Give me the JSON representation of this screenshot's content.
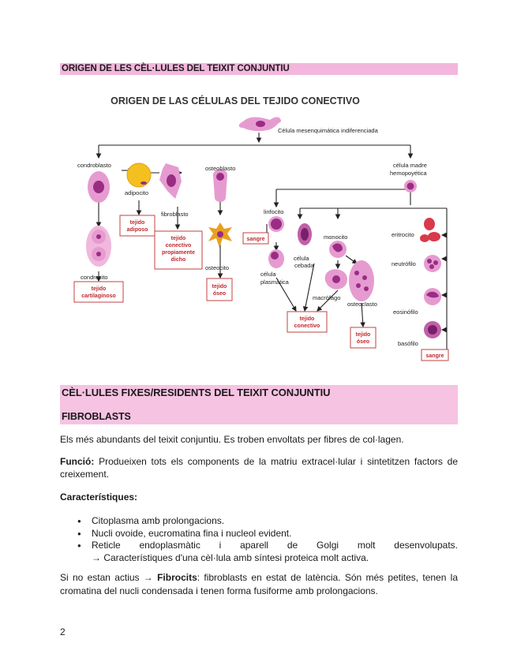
{
  "section1": {
    "title": "ORIGEN DE LES CÈL·LULES DEL TEIXIT CONJUNTIU"
  },
  "figure": {
    "title": "ORIGEN DE LAS CÉLULAS DEL TEJIDO CONECTIVO",
    "root": "Célula mesenquimática indiferenciada",
    "labels": {
      "condroblasto": "condroblasto",
      "adipocito": "adipocito",
      "fibroblasto": "fibroblasto",
      "osteoblasto": "osteoblasto",
      "celula_madre_1": "célula madre",
      "celula_madre_2": "hemopoyética",
      "linfocito": "linfocito",
      "condrocito": "condrocito",
      "osteocito": "osteocito",
      "celula_cebada_1": "célula",
      "celula_cebada_2": "cebada",
      "monocito": "monocito",
      "eritrocito": "eritrocito",
      "neutrofilo": "neutrófilo",
      "celula_plasmatica_1": "célula",
      "celula_plasmatica_2": "plasmática",
      "macrofago": "macrófago",
      "osteoclasto": "osteoclasto",
      "eosinofilo": "eosinófilo",
      "basofilo": "basófilo"
    },
    "boxes": {
      "tejido_adiposo": [
        "tejido",
        "adiposo"
      ],
      "tejido_conectivo_propio": [
        "tejido",
        "conectivo",
        "propiamente",
        "dicho"
      ],
      "tejido_cartilaginoso": [
        "tejido",
        "cartilaginoso"
      ],
      "tejido_oseo_1": [
        "tejido",
        "óseo"
      ],
      "sangre_1": "sangre",
      "tejido_conectivo_2": [
        "tejido",
        "conectivo"
      ],
      "tejido_oseo_2": [
        "tejido",
        "óseo"
      ],
      "sangre_2": "sangre"
    },
    "colors": {
      "cell_pink": "#e69bd0",
      "nucleus": "#9a2c84",
      "adipocyte": "#f4c020",
      "box_border": "#c44040",
      "box_text": "#c0282e",
      "erythrocyte": "#d83a4a"
    }
  },
  "section2": {
    "title": "CÈL·LULES FIXES/RESIDENTS DEL TEIXIT CONJUNTIU",
    "subtitle": "FIBROBLASTS"
  },
  "body": {
    "intro": "Els més abundants del teixit conjuntiu. Es troben envoltats per fibres de col·lagen.",
    "funcio_label": "Funció:",
    "funcio_line1": " Produeixen tots els components de la matriu extracel·lular i sintetitzen factors de",
    "funcio_line2": "creixement.",
    "caract_label": "Característiques:",
    "bullets": [
      "Citoplasma amb prolongacions.",
      "Nucli ovoide, eucromatina fina i nucleol evident.",
      "Reticle endoplasmàtic i aparell de Golgi molt desenvolupats."
    ],
    "bullet3_line2": "→ Característiques d'una cèl·lula amb síntesi proteica molt activa.",
    "fibrocits_pre": "Si no estan actius → ",
    "fibrocits_label": "Fibrocits",
    "fibrocits_line1": ": fibroblasts en estat de latència. Són més petites, tenen la",
    "fibrocits_line2": "cromatina del nucli condensada i tenen forma fusiforme amb prolongacions."
  },
  "page_number": "2"
}
